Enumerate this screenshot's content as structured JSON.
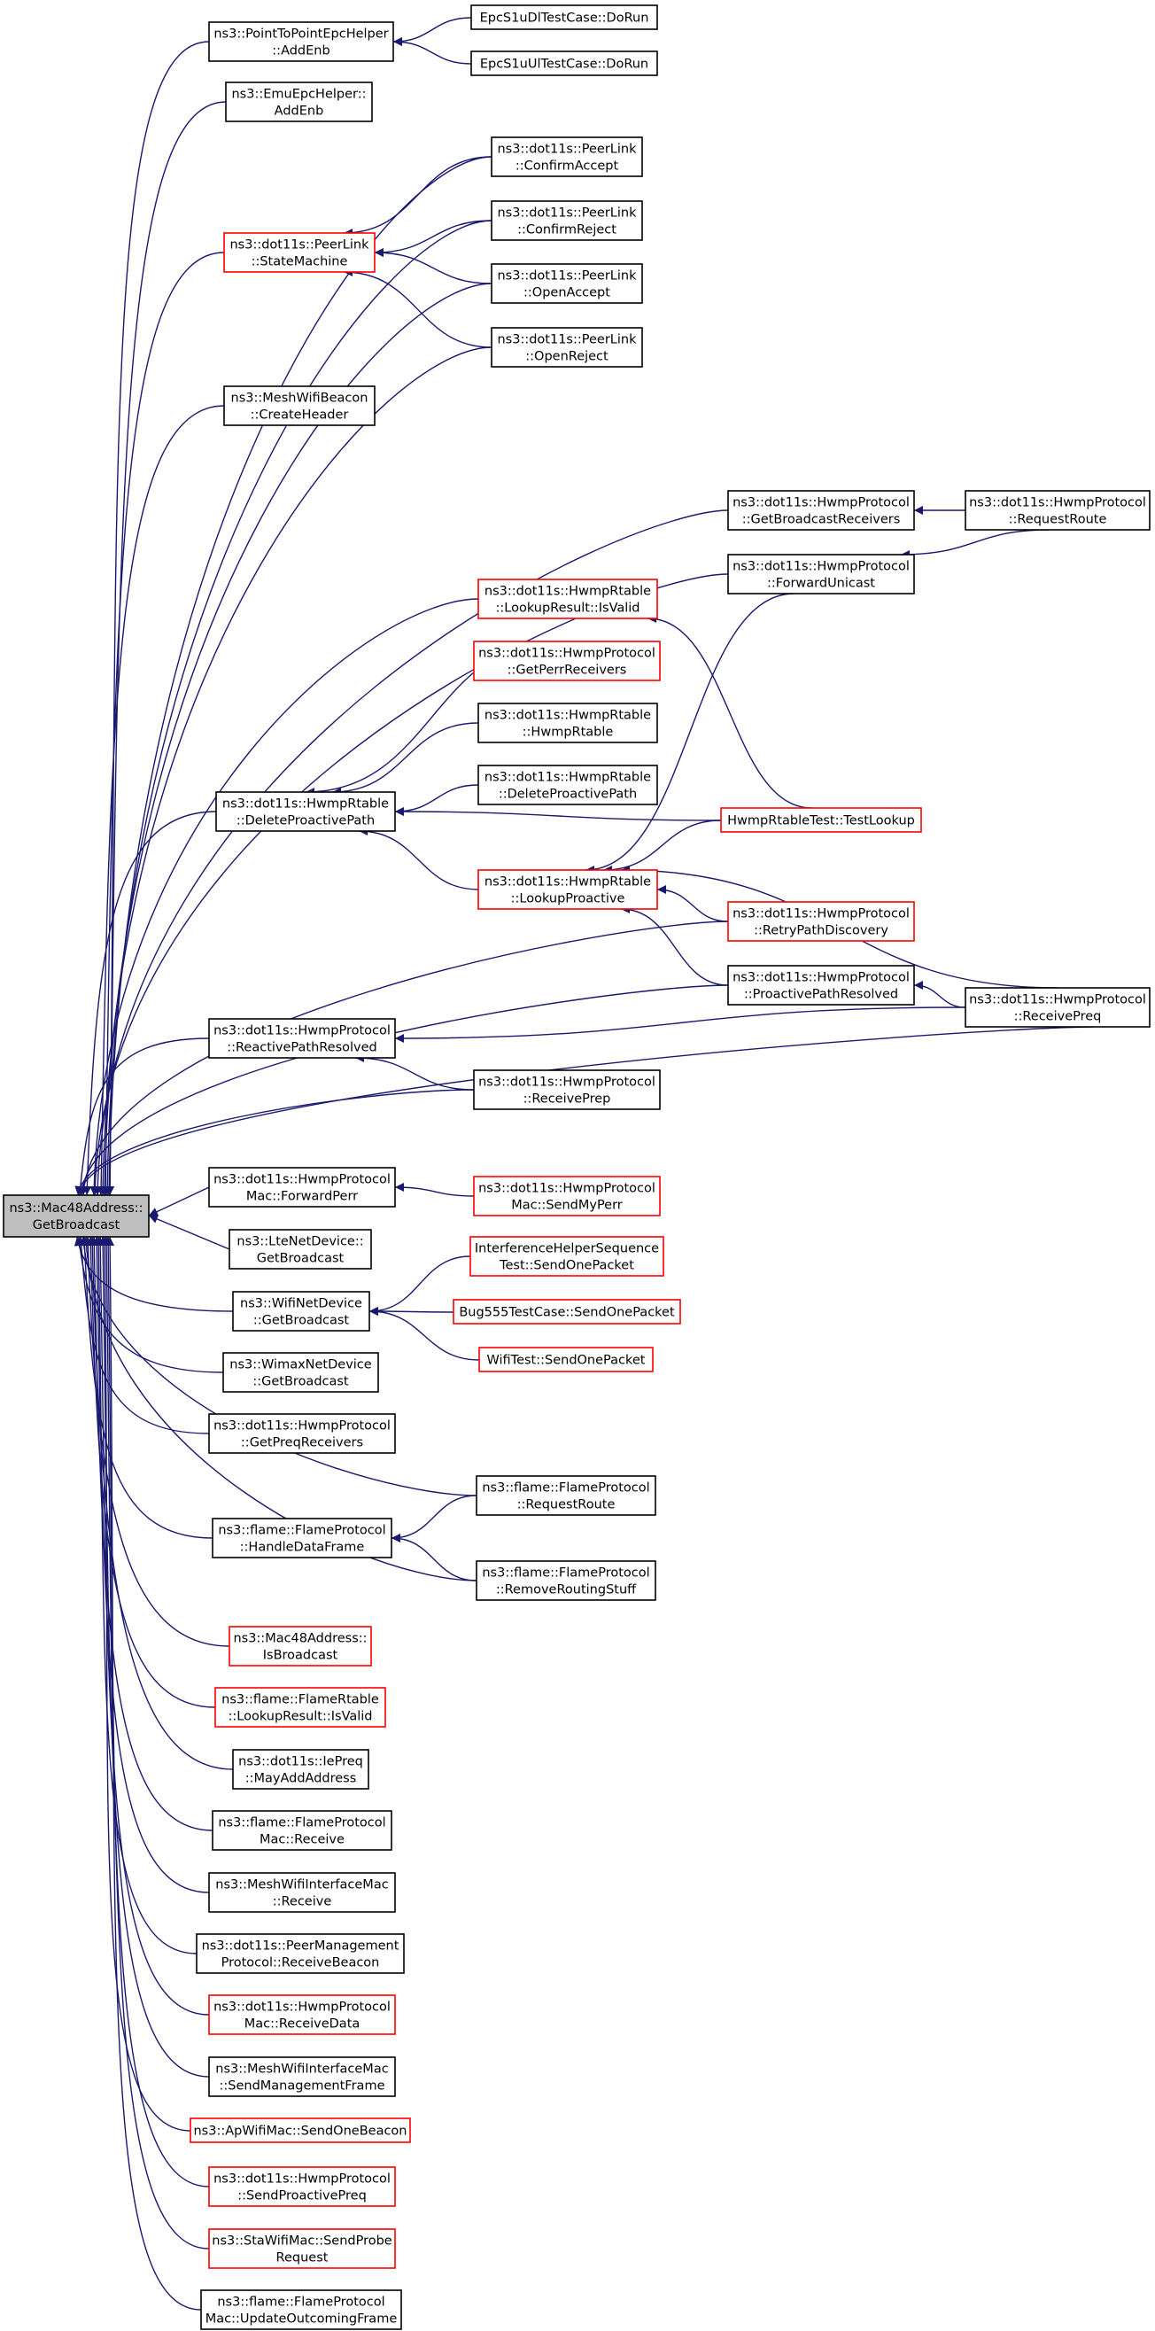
{
  "colors": {
    "edge": "#191970",
    "normal_border": "#000000",
    "highlight_border": "#ff0000",
    "root_fill": "#bfbfbf"
  },
  "nodes": [
    {
      "id": "root",
      "lines": [
        "ns3::Mac48Address::",
        "GetBroadcast"
      ],
      "style": "root"
    },
    {
      "id": "p2p_addenb",
      "lines": [
        "ns3::PointToPointEpcHelper",
        "::AddEnb"
      ],
      "style": "normal"
    },
    {
      "id": "epc_dl",
      "lines": [
        "EpcS1uDlTestCase::DoRun"
      ],
      "style": "normal"
    },
    {
      "id": "epc_ul",
      "lines": [
        "EpcS1uUlTestCase::DoRun"
      ],
      "style": "normal"
    },
    {
      "id": "emu_addenb",
      "lines": [
        "ns3::EmuEpcHelper::",
        "AddEnb"
      ],
      "style": "normal"
    },
    {
      "id": "pl_confirmaccept",
      "lines": [
        "ns3::dot11s::PeerLink",
        "::ConfirmAccept"
      ],
      "style": "normal"
    },
    {
      "id": "pl_confirmreject",
      "lines": [
        "ns3::dot11s::PeerLink",
        "::ConfirmReject"
      ],
      "style": "normal"
    },
    {
      "id": "pl_statemachine",
      "lines": [
        "ns3::dot11s::PeerLink",
        "::StateMachine"
      ],
      "style": "red"
    },
    {
      "id": "pl_openaccept",
      "lines": [
        "ns3::dot11s::PeerLink",
        "::OpenAccept"
      ],
      "style": "normal"
    },
    {
      "id": "pl_openreject",
      "lines": [
        "ns3::dot11s::PeerLink",
        "::OpenReject"
      ],
      "style": "normal"
    },
    {
      "id": "mwb_createheader",
      "lines": [
        "ns3::MeshWifiBeacon",
        "::CreateHeader"
      ],
      "style": "normal"
    },
    {
      "id": "hp_getbroadcastreceivers",
      "lines": [
        "ns3::dot11s::HwmpProtocol",
        "::GetBroadcastReceivers"
      ],
      "style": "normal"
    },
    {
      "id": "hp_requestroute",
      "lines": [
        "ns3::dot11s::HwmpProtocol",
        "::RequestRoute"
      ],
      "style": "normal"
    },
    {
      "id": "hp_forwardunicast",
      "lines": [
        "ns3::dot11s::HwmpProtocol",
        "::ForwardUnicast"
      ],
      "style": "normal"
    },
    {
      "id": "hr_lookupresult_isvalid",
      "lines": [
        "ns3::dot11s::HwmpRtable",
        "::LookupResult::IsValid"
      ],
      "style": "red"
    },
    {
      "id": "hp_getperrreceivers",
      "lines": [
        "ns3::dot11s::HwmpProtocol",
        "::GetPerrReceivers"
      ],
      "style": "red"
    },
    {
      "id": "hr_hwmprtable",
      "lines": [
        "ns3::dot11s::HwmpRtable",
        "::HwmpRtable"
      ],
      "style": "normal"
    },
    {
      "id": "hr_deleteproactivepath",
      "lines": [
        "ns3::dot11s::HwmpRtable",
        "::DeleteProactivePath"
      ],
      "style": "normal"
    },
    {
      "id": "hr_deleteproactivepath2",
      "lines": [
        "ns3::dot11s::HwmpRtable",
        "::DeleteProactivePath"
      ],
      "style": "normal"
    },
    {
      "id": "hrt_testlookup",
      "lines": [
        "HwmpRtableTest::TestLookup"
      ],
      "style": "red"
    },
    {
      "id": "hr_lookupproactive",
      "lines": [
        "ns3::dot11s::HwmpRtable",
        "::LookupProactive"
      ],
      "style": "red"
    },
    {
      "id": "hp_retrypathdiscovery",
      "lines": [
        "ns3::dot11s::HwmpProtocol",
        "::RetryPathDiscovery"
      ],
      "style": "red"
    },
    {
      "id": "hp_proactivepathresolved",
      "lines": [
        "ns3::dot11s::HwmpProtocol",
        "::ProactivePathResolved"
      ],
      "style": "normal"
    },
    {
      "id": "hp_receivepreq",
      "lines": [
        "ns3::dot11s::HwmpProtocol",
        "::ReceivePreq"
      ],
      "style": "normal"
    },
    {
      "id": "hp_reactivepathresolved",
      "lines": [
        "ns3::dot11s::HwmpProtocol",
        "::ReactivePathResolved"
      ],
      "style": "normal"
    },
    {
      "id": "hp_receiveprep",
      "lines": [
        "ns3::dot11s::HwmpProtocol",
        "::ReceivePrep"
      ],
      "style": "normal"
    },
    {
      "id": "hpm_forwardperr",
      "lines": [
        "ns3::dot11s::HwmpProtocol",
        "Mac::ForwardPerr"
      ],
      "style": "normal"
    },
    {
      "id": "hpm_sendmyperr",
      "lines": [
        "ns3::dot11s::HwmpProtocol",
        "Mac::SendMyPerr"
      ],
      "style": "red"
    },
    {
      "id": "lte_getbroadcast",
      "lines": [
        "ns3::LteNetDevice::",
        "GetBroadcast"
      ],
      "style": "normal"
    },
    {
      "id": "interf_sendonepacket",
      "lines": [
        "InterferenceHelperSequence",
        "Test::SendOnePacket"
      ],
      "style": "red"
    },
    {
      "id": "wifi_getbroadcast",
      "lines": [
        "ns3::WifiNetDevice",
        "::GetBroadcast"
      ],
      "style": "normal"
    },
    {
      "id": "bug555_sendonepacket",
      "lines": [
        "Bug555TestCase::SendOnePacket"
      ],
      "style": "red"
    },
    {
      "id": "wifitest_sendonepacket",
      "lines": [
        "WifiTest::SendOnePacket"
      ],
      "style": "red"
    },
    {
      "id": "wimax_getbroadcast",
      "lines": [
        "ns3::WimaxNetDevice",
        "::GetBroadcast"
      ],
      "style": "normal"
    },
    {
      "id": "hp_getpreqreceivers",
      "lines": [
        "ns3::dot11s::HwmpProtocol",
        "::GetPreqReceivers"
      ],
      "style": "normal"
    },
    {
      "id": "fp_requestroute",
      "lines": [
        "ns3::flame::FlameProtocol",
        "::RequestRoute"
      ],
      "style": "normal"
    },
    {
      "id": "fp_handledataframe",
      "lines": [
        "ns3::flame::FlameProtocol",
        "::HandleDataFrame"
      ],
      "style": "normal"
    },
    {
      "id": "fp_removeroutingstuff",
      "lines": [
        "ns3::flame::FlameProtocol",
        "::RemoveRoutingStuff"
      ],
      "style": "normal"
    },
    {
      "id": "mac48_isbroadcast",
      "lines": [
        "ns3::Mac48Address::",
        "IsBroadcast"
      ],
      "style": "red"
    },
    {
      "id": "fr_lookupresult_isvalid",
      "lines": [
        "ns3::flame::FlameRtable",
        "::LookupResult::IsValid"
      ],
      "style": "red"
    },
    {
      "id": "iepreq_mayaddaddress",
      "lines": [
        "ns3::dot11s::IePreq",
        "::MayAddAddress"
      ],
      "style": "normal"
    },
    {
      "id": "fpm_receive",
      "lines": [
        "ns3::flame::FlameProtocol",
        "Mac::Receive"
      ],
      "style": "normal"
    },
    {
      "id": "mwim_receive",
      "lines": [
        "ns3::MeshWifiInterfaceMac",
        "::Receive"
      ],
      "style": "normal"
    },
    {
      "id": "pmp_receivebeacon",
      "lines": [
        "ns3::dot11s::PeerManagement",
        "Protocol::ReceiveBeacon"
      ],
      "style": "normal"
    },
    {
      "id": "hpm_receivedata",
      "lines": [
        "ns3::dot11s::HwmpProtocol",
        "Mac::ReceiveData"
      ],
      "style": "red"
    },
    {
      "id": "mwim_sendmanagementframe",
      "lines": [
        "ns3::MeshWifiInterfaceMac",
        "::SendManagementFrame"
      ],
      "style": "normal"
    },
    {
      "id": "ap_sendonebeacon",
      "lines": [
        "ns3::ApWifiMac::SendOneBeacon"
      ],
      "style": "red"
    },
    {
      "id": "hp_sendproactivepreq",
      "lines": [
        "ns3::dot11s::HwmpProtocol",
        "::SendProactivePreq"
      ],
      "style": "red"
    },
    {
      "id": "sta_sendproberequest",
      "lines": [
        "ns3::StaWifiMac::SendProbe",
        "Request"
      ],
      "style": "red"
    },
    {
      "id": "fpm_updateoutgoingframe",
      "lines": [
        "ns3::flame::FlameProtocol",
        "Mac::UpdateOutcomingFrame"
      ],
      "style": "normal"
    }
  ]
}
